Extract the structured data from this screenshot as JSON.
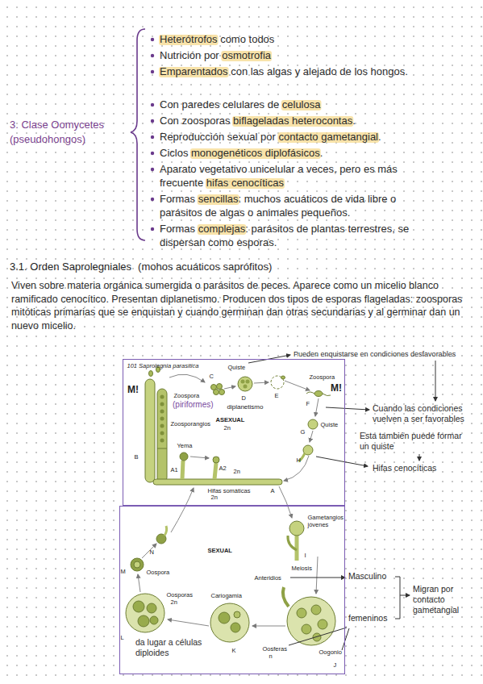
{
  "diagram": {
    "title": "3. Clase Oomycetes (pseudohongos)",
    "nodes": [
      {
        "text": [
          "101 Saprolegnia parasitica",
          "C",
          "Quiste",
          "D",
          "E",
          "Zoospora",
          "F",
          "Zoospora",
          "diplanetismo",
          "ASEXUAL",
          "2n",
          "Zoosporangios",
          "G",
          "Quiste",
          "Yema",
          "B",
          "A1",
          "A2",
          "2n",
          "H",
          "Hifas somáticas",
          "2n",
          "A"
        ]
      },
      {
        "text": [
          "Gametangios jóvenes",
          "N",
          "SEXUAL",
          "I",
          "Meiosis",
          "Oospora",
          "M",
          "Anteridios",
          "Oosporas",
          "Cariogamia",
          "2n",
          "L",
          "Oosferas",
          "n",
          "Oogonio",
          "K",
          "J"
        ]
      }
    ],
    "labels": [
      "Heterótrofos como todos",
      "Nutrición por osmotrofia",
      "Emparentados con las algas y alejado de los hongos.",
      "Con paredes celulares de celulosa",
      "Con zoosporas biflageladas heterocontas.",
      "Reproducción sexual por contacto gametangial.",
      "Ciclos monogenéticos diplofásicos.",
      "Aparato vegetativo unicelular a veces, pero es más frecuente hifas cenocíticas",
      "Formas sencillas: muchos acuáticos de vida libre o parásitos de algas o animales pequeños.",
      "Formas complejas: parásitos de plantas terrestres, se dispersan como esporas.",
      "3.1. Orden Saprolegniales",
      "(mohos acuáticos saprófitos)",
      "Viven sobre materia orgánica sumergida o parásitos de peces. Aparece como un micelio blanco ramificado cenocítico. Presentan diplanetismo. Producen dos tipos de esporas flageladas: zoosporas mitóticas primarias que se enquistan y cuando germinan dan otras secundarias y al germinar dan un nuevo micelio.",
      "Pueden enquistarse en condiciones desfavorables",
      "M!",
      "(piriformes)",
      "M!",
      "Cuando las condiciones vuelven a ser favorables",
      "Esta también puede formar un quiste",
      "Hifas cenocíticas",
      "Masculino",
      "femeninos",
      "Migran por contacto gametangial",
      "da lugar a células diploides"
    ]
  }
}
